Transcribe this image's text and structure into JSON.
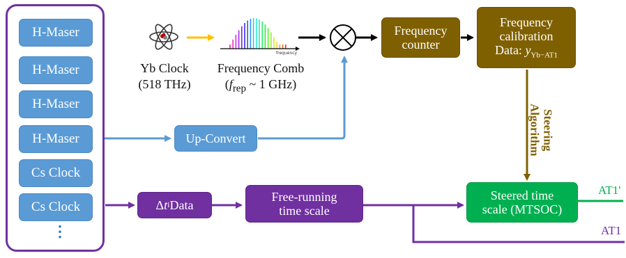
{
  "clocks": {
    "items": [
      "H-Maser",
      "H-Maser",
      "H-Maser",
      "H-Maser",
      "Cs Clock",
      "Cs Clock"
    ],
    "ellipsis": "⋮"
  },
  "yb_clock": {
    "line1": "Yb Clock",
    "line2": "(518 THz)"
  },
  "comb": {
    "line1": "Frequency Comb",
    "frep_open": "(",
    "frep_var": "f",
    "frep_sub": "rep",
    "frep_rest": " ~ 1 GHz)",
    "axis_label": "frequency"
  },
  "up_convert": "Up-Convert",
  "frequency_counter": {
    "line1": "Frequency",
    "line2": "counter"
  },
  "frequency_calibration": {
    "line1": "Frequency",
    "line2": "calibration",
    "data_label": "Data: ",
    "data_var": "y",
    "data_sub": "Yb−AT1"
  },
  "steering": {
    "line1": "Steering",
    "line2": "Algorithm"
  },
  "dt_data": {
    "symbol": "Δ",
    "var": "t",
    "sub": "i",
    "text": " Data"
  },
  "free_running": {
    "line1": "Free-running",
    "line2": "time scale"
  },
  "steered": {
    "line1": "Steered time",
    "line2": "scale (MTSOC)"
  },
  "outputs": {
    "top": "AT1'",
    "bottom": "AT1"
  },
  "colors": {
    "blue": "#5b9bd5",
    "purple": "#7030a0",
    "brown": "#7f6000",
    "green": "#00b050",
    "orange": "#ffc000",
    "black": "#000000"
  }
}
